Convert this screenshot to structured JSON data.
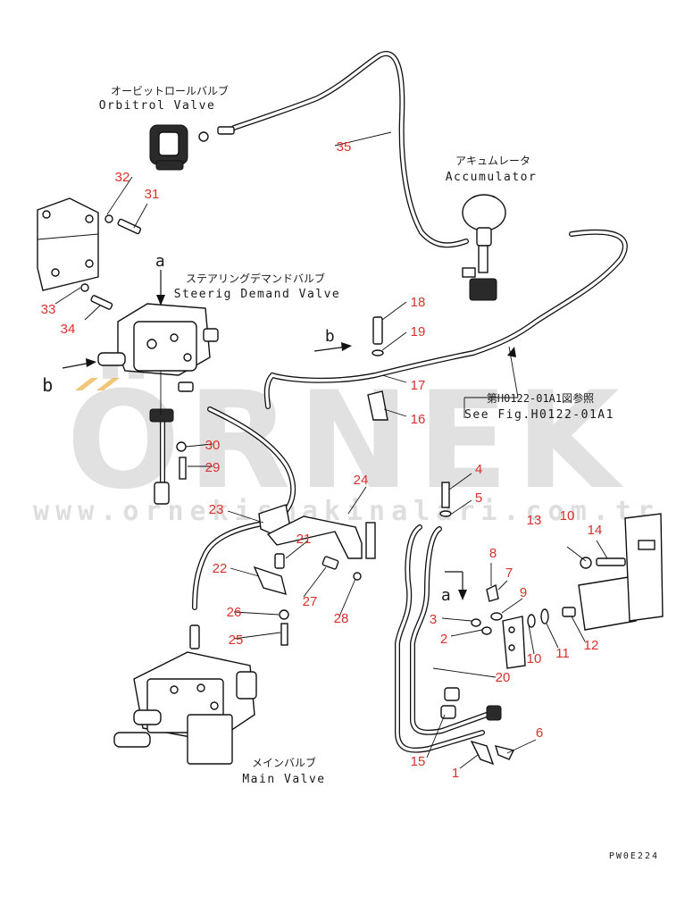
{
  "labels": {
    "orbitrol_jp": "オービットロールバルブ",
    "orbitrol_en": "Orbitrol Valve",
    "accumulator_jp": "アキュムレータ",
    "accumulator_en": "Accumulator",
    "steering_jp": "ステアリングデマンドバルブ",
    "steering_en": "Steerig Demand Valve",
    "ref_jp": "第H0122-01A1図参照",
    "ref_en": "See Fig.H0122-01A1",
    "main_jp": "メインバルブ",
    "main_en": "Main Valve",
    "arrow_a": "a",
    "arrow_b": "b",
    "code": "PW0E224"
  },
  "watermark": {
    "big": "ÖRNEK",
    "small": "www.ornekismakinalari.com.tr"
  },
  "part_numbers": [
    "1",
    "2",
    "3",
    "4",
    "5",
    "6",
    "7",
    "8",
    "9",
    "10",
    "11",
    "12",
    "13",
    "14",
    "15",
    "16",
    "17",
    "18",
    "19",
    "20",
    "21",
    "22",
    "23",
    "24",
    "25",
    "26",
    "27",
    "28",
    "29",
    "30",
    "31",
    "32",
    "33",
    "34",
    "35"
  ],
  "colors": {
    "callout": "#d9302c",
    "line": "#111111",
    "watermark": "#c9c9c9",
    "watermark_accent": "#e8a020"
  }
}
